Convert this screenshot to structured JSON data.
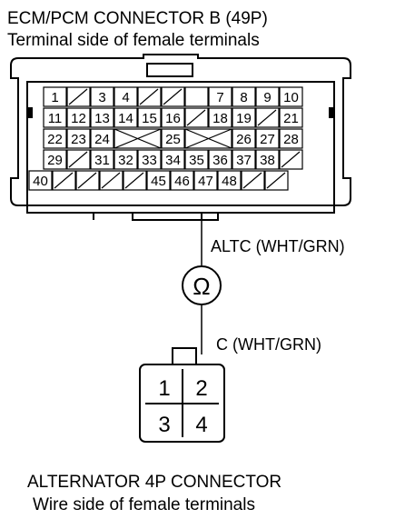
{
  "ecm_connector": {
    "title": "ECM/PCM CONNECTOR B (49P)",
    "subtitle": "Terminal side of female terminals",
    "rows": [
      [
        "1",
        "x",
        "3",
        "4",
        "x",
        "x",
        "",
        "7",
        "8",
        "9",
        "10"
      ],
      [
        "11",
        "12",
        "13",
        "14",
        "15",
        "16",
        "x",
        "18",
        "19",
        "x",
        "21"
      ],
      [
        "22",
        "23",
        "24",
        "X",
        "X",
        "25",
        "X",
        "X",
        "26",
        "27",
        "28"
      ],
      [
        "29",
        "x",
        "31",
        "32",
        "33",
        "34",
        "35",
        "36",
        "37",
        "38",
        "x"
      ],
      [
        "40",
        "x",
        "x",
        "x",
        "x",
        "45",
        "46",
        "47",
        "48",
        "x",
        "x"
      ]
    ]
  },
  "probe": {
    "ecm_wire_label": "ALTC (WHT/GRN)",
    "meter_symbol": "Ω",
    "alt_wire_label": "C (WHT/GRN)"
  },
  "alternator_connector": {
    "terminals": [
      "1",
      "2",
      "3",
      "4"
    ],
    "title": "ALTERNATOR 4P CONNECTOR",
    "subtitle": "Wire side of female terminals"
  }
}
